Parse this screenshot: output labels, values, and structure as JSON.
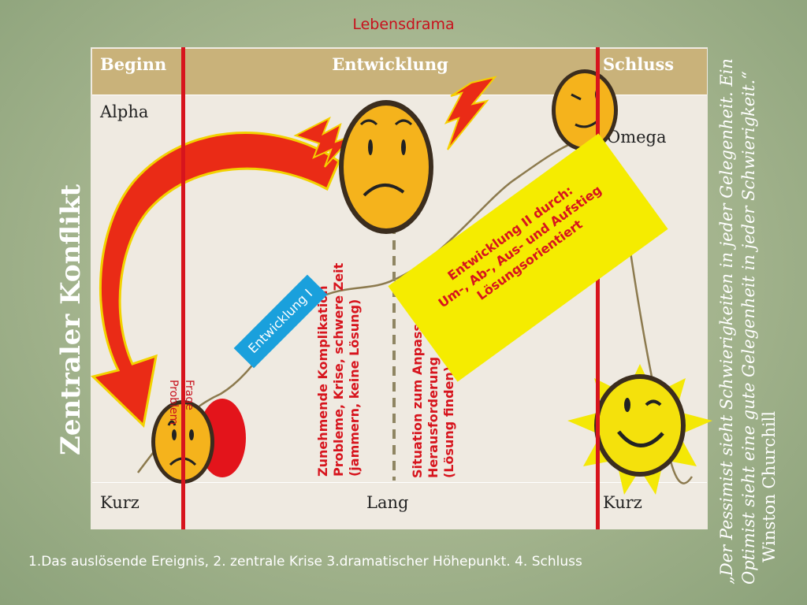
{
  "title": "Lebensdrama",
  "side_label": "Zentraler Konflikt",
  "table": {
    "headers": [
      "Beginn",
      "Entwicklung",
      "Schluss"
    ],
    "alpha": "Alpha",
    "omega": "Omega",
    "bottom": [
      "Kurz",
      "Lang",
      "Kurz"
    ]
  },
  "labels": {
    "frage": [
      "Frage",
      "Problem"
    ],
    "komplikation": [
      "Zunehmende Komplikation",
      "Probleme, Krise, schwere Zeit",
      "(jammern, keine Lösung)"
    ],
    "anpassung": [
      "Situation zum Anpassen",
      "Herausforderung",
      "(Lösung finden)"
    ],
    "entwicklung_badge": "Entwicklung I",
    "entwicklung2": [
      "Entwicklung II durch:",
      "Um-, Ab-, Aus- und Aufstieg",
      "Lösungsorientiert"
    ]
  },
  "quote": {
    "lines": [
      "„Der Pessimist sieht Schwierigkeiten in jeder Gelegenheit. Ein",
      "Optimist sieht eine gute Gelegenheit in jeder Schwierigkeit.“"
    ],
    "author": "Winston Churchill"
  },
  "footer": "1.Das auslösende Ereignis, 2. zentrale Krise 3.dramatischer Höhepunkt. 4. Schluss",
  "colors": {
    "accent_red": "#d7141d",
    "header_tan": "#c9b27a",
    "badge_blue": "#1aa0dc",
    "card_yellow": "#f5ec00"
  }
}
